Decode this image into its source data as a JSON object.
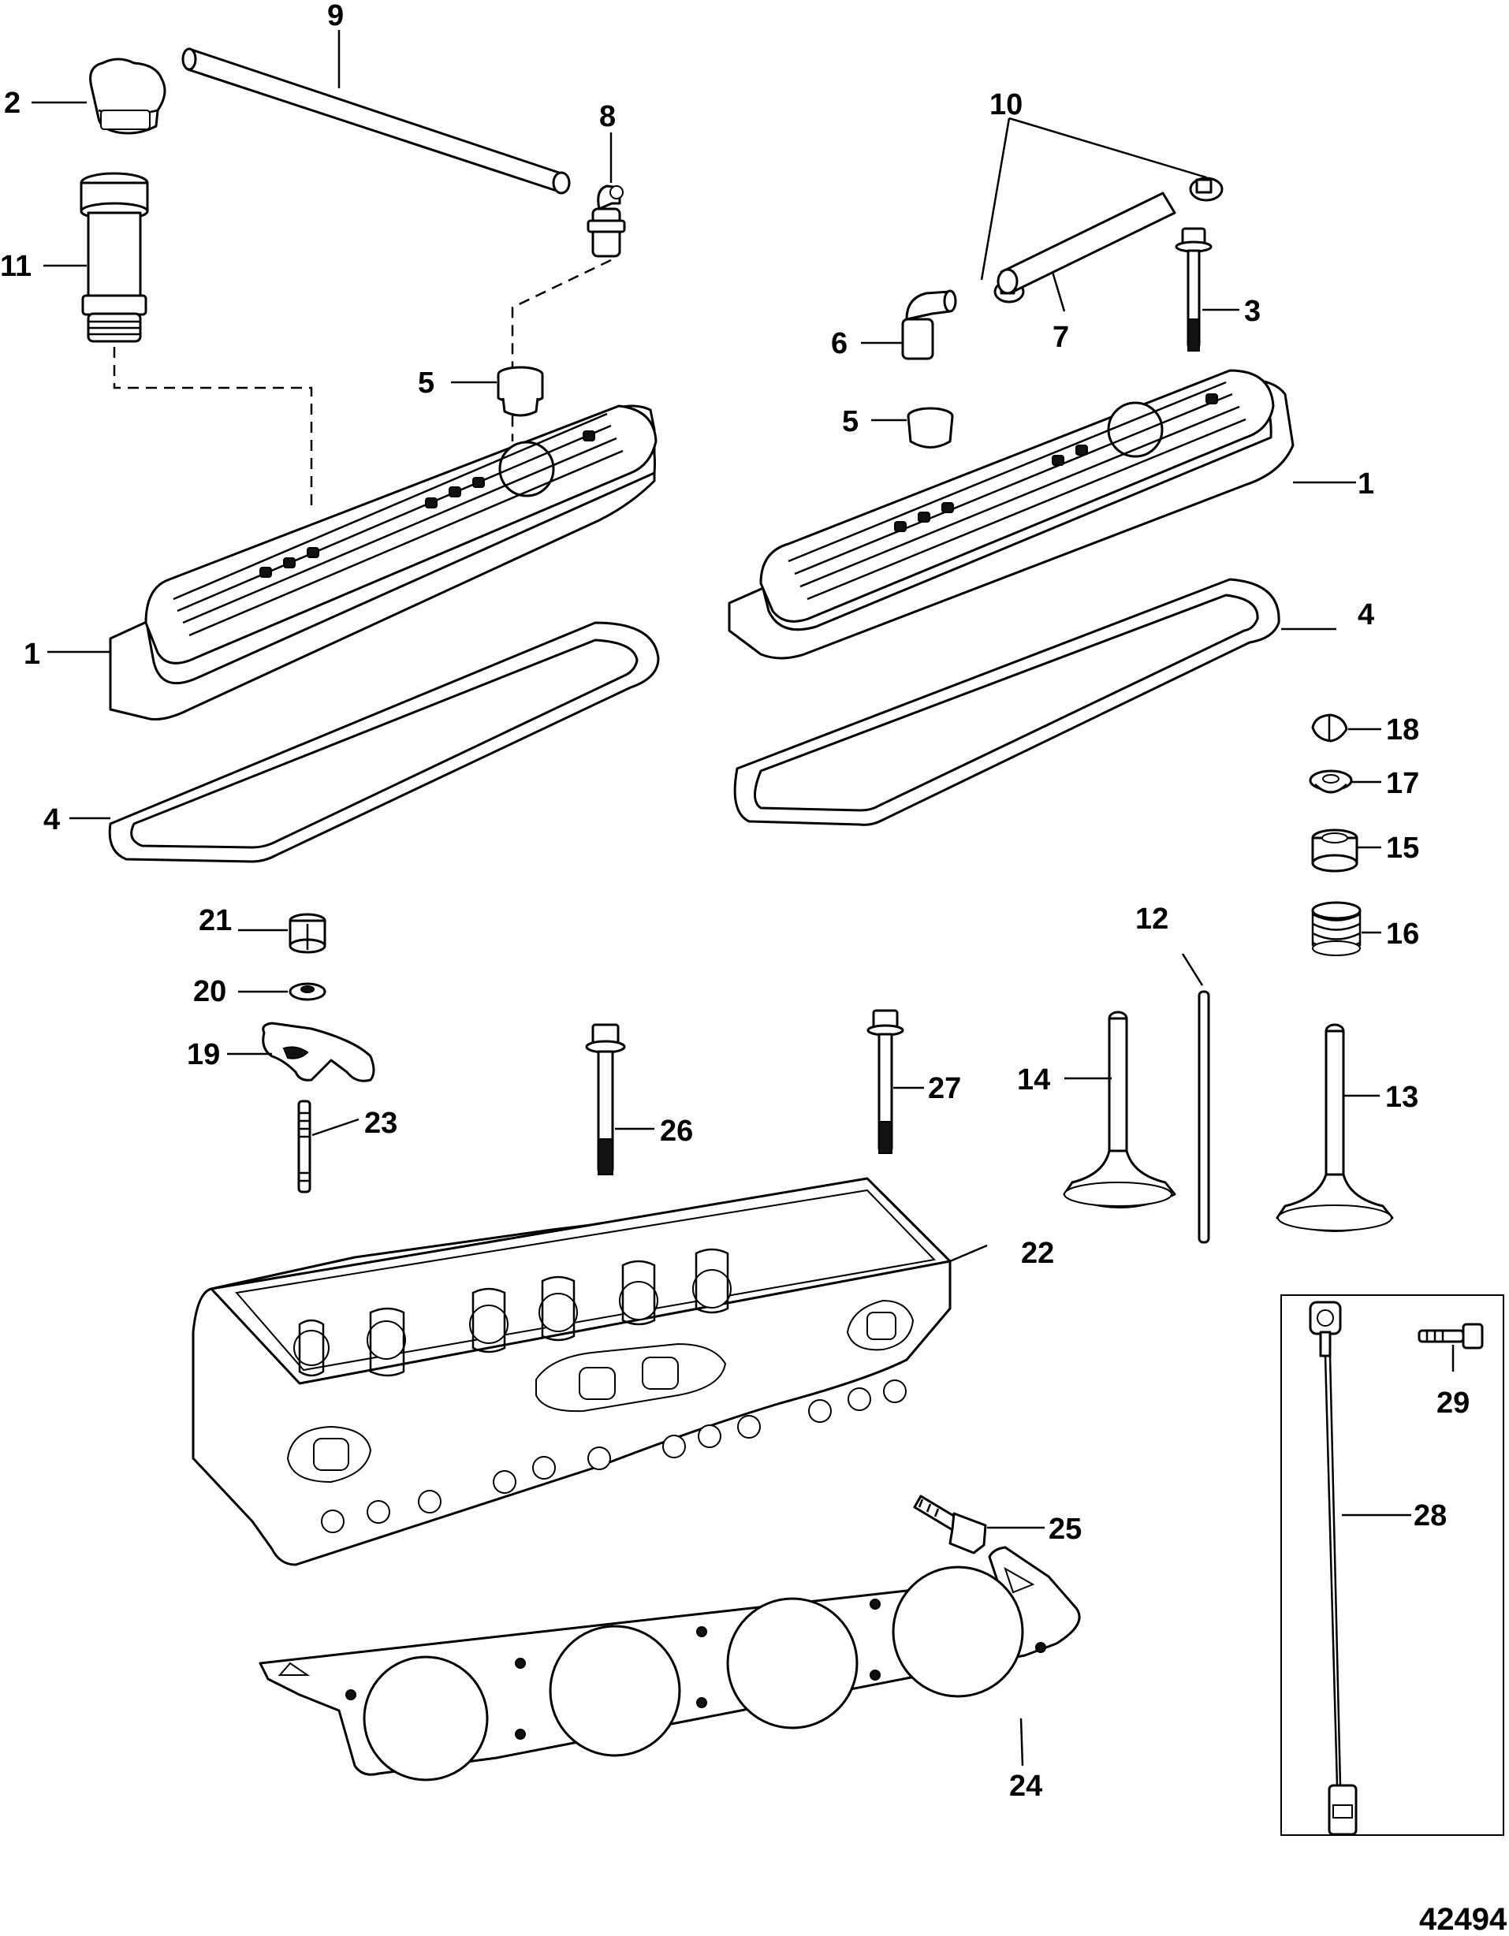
{
  "figure_id": "42494",
  "callouts": {
    "c1a": "1",
    "c1b": "1",
    "c2": "2",
    "c3": "3",
    "c4a": "4",
    "c4b": "4",
    "c5a": "5",
    "c5b": "5",
    "c6": "6",
    "c7": "7",
    "c8": "8",
    "c9": "9",
    "c10": "10",
    "c11": "11",
    "c12": "12",
    "c13": "13",
    "c14": "14",
    "c15": "15",
    "c16": "16",
    "c17": "17",
    "c18": "18",
    "c19": "19",
    "c20": "20",
    "c21": "21",
    "c22": "22",
    "c23": "23",
    "c24": "24",
    "c25": "25",
    "c26": "26",
    "c27": "27",
    "c28": "28",
    "c29": "29"
  }
}
